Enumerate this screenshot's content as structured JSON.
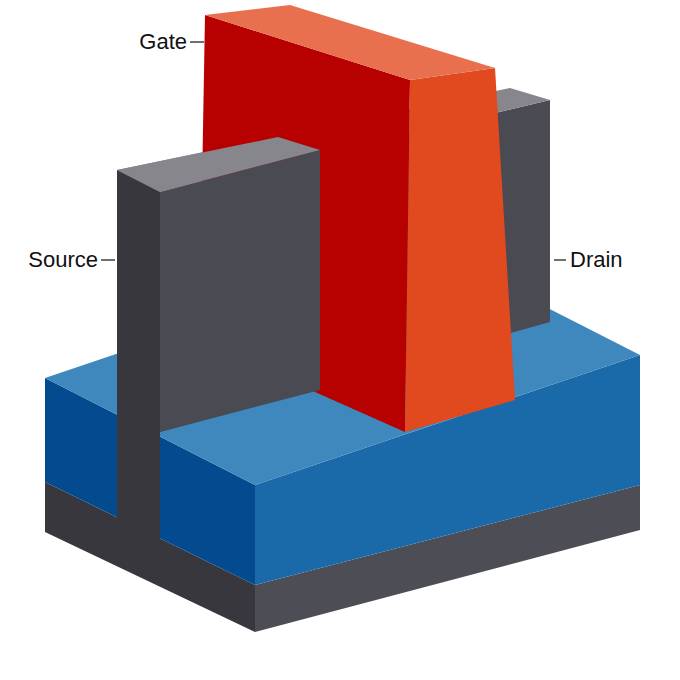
{
  "diagram": {
    "labels": [
      "Gate",
      "Source",
      "Drain"
    ]
  }
}
